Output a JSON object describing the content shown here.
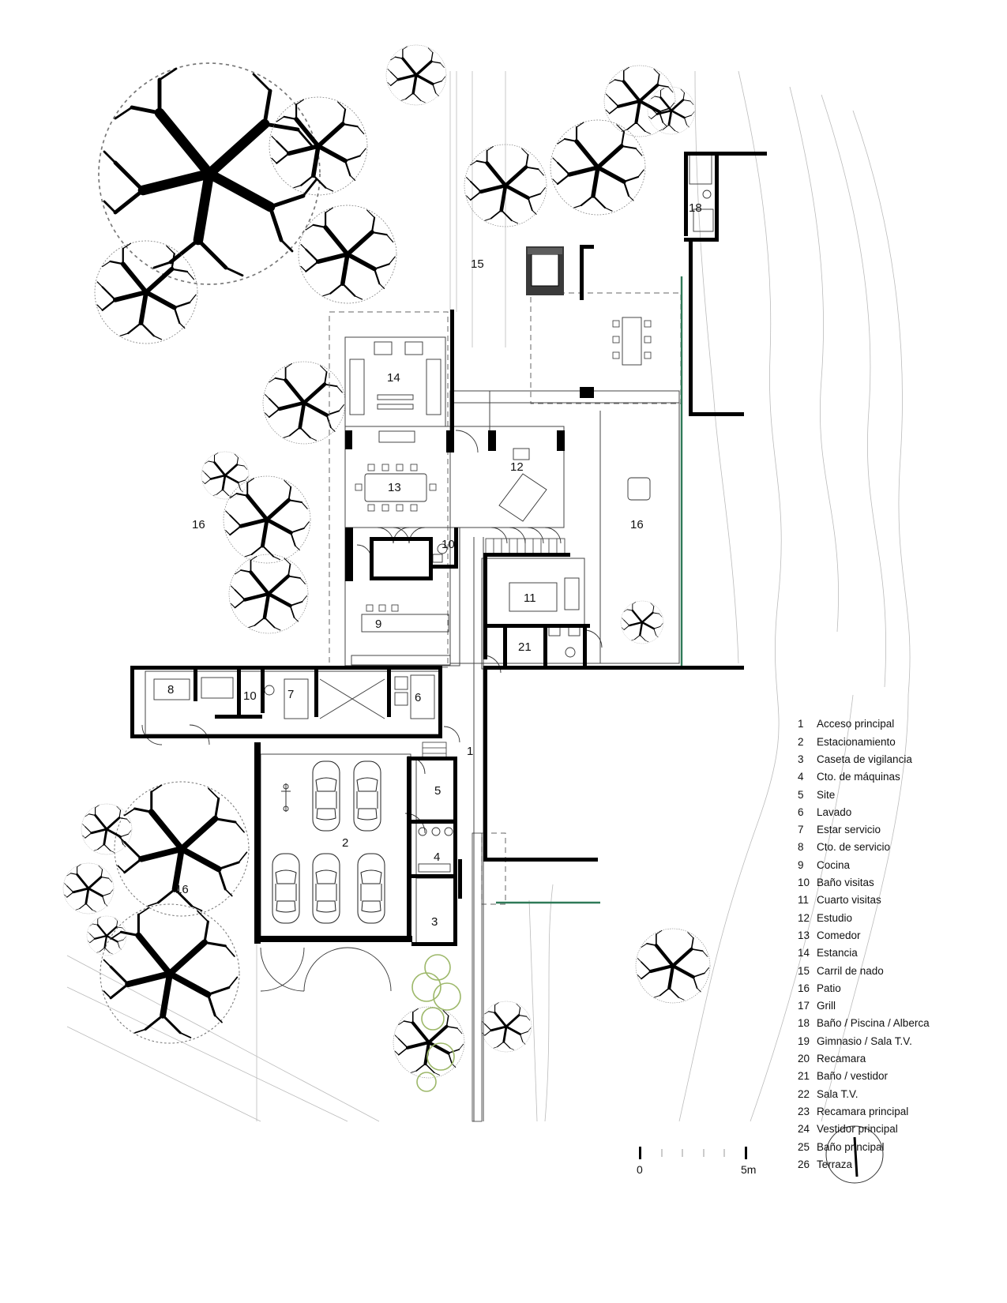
{
  "legend": [
    {
      "num": "1",
      "label": "Acceso principal"
    },
    {
      "num": "2",
      "label": "Estacionamiento"
    },
    {
      "num": "3",
      "label": "Caseta de vigilancia"
    },
    {
      "num": "4",
      "label": "Cto. de máquinas"
    },
    {
      "num": "5",
      "label": "Site"
    },
    {
      "num": "6",
      "label": "Lavado"
    },
    {
      "num": "7",
      "label": "Estar servicio"
    },
    {
      "num": "8",
      "label": "Cto. de servicio"
    },
    {
      "num": "9",
      "label": "Cocina"
    },
    {
      "num": "10",
      "label": "Baño visitas"
    },
    {
      "num": "11",
      "label": "Cuarto visitas"
    },
    {
      "num": "12",
      "label": "Estudio"
    },
    {
      "num": "13",
      "label": "Comedor"
    },
    {
      "num": "14",
      "label": "Estancia"
    },
    {
      "num": "15",
      "label": "Carril de nado"
    },
    {
      "num": "16",
      "label": "Patio"
    },
    {
      "num": "17",
      "label": "Grill"
    },
    {
      "num": "18",
      "label": "Baño / Piscina / Alberca"
    },
    {
      "num": "19",
      "label": "Gimnasio / Sala T.V."
    },
    {
      "num": "20",
      "label": "Recamara"
    },
    {
      "num": "21",
      "label": "Baño / vestidor"
    },
    {
      "num": "22",
      "label": "Sala T.V."
    },
    {
      "num": "23",
      "label": "Recamara principal"
    },
    {
      "num": "24",
      "label": "Vestidor principal"
    },
    {
      "num": "25",
      "label": "Baño principal"
    },
    {
      "num": "26",
      "label": "Terraza"
    }
  ],
  "room_labels": {
    "r1": "1",
    "r2": "2",
    "r3": "3",
    "r4": "4",
    "r5": "5",
    "r6": "6",
    "r7": "7",
    "r8": "8",
    "r9": "9",
    "r10a": "10",
    "r10b": "10",
    "r11": "11",
    "r12": "12",
    "r13": "13",
    "r14": "14",
    "r15": "15",
    "r16a": "16",
    "r16b": "16",
    "r16c": "16",
    "r18": "18",
    "r21": "21"
  },
  "scale": {
    "start": "0",
    "end": "5m"
  },
  "colors": {
    "wall": "#000000",
    "line": "#555555",
    "glass": "#2f7a58",
    "shrub": "#9db86a",
    "pool": "#3a3a3a"
  }
}
